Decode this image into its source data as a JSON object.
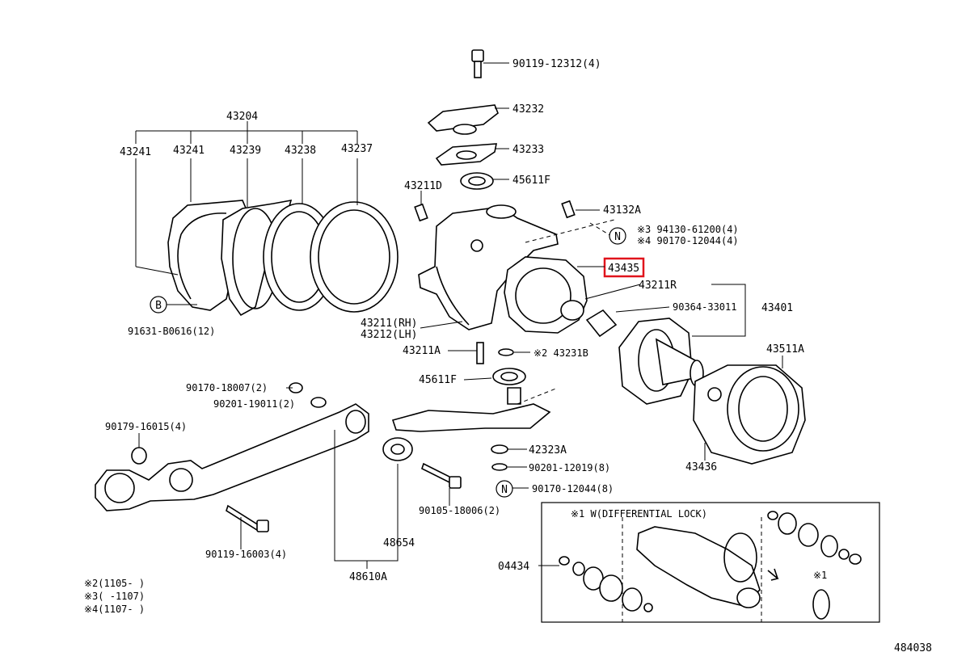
{
  "diagram_id": "484038",
  "highlighted_part": "43435",
  "labels": {
    "p90119_12312": "90119-12312(4)",
    "p43232": "43232",
    "p43233": "43233",
    "p45611F_top": "45611F",
    "p43211D": "43211D",
    "p43132A": "43132A",
    "p94130": "※3 94130-61200(4)",
    "p90170_a": "※4 90170-12044(4)",
    "p43435": "43435",
    "p43211R": "43211R",
    "p90364": "90364-33011",
    "p43401": "43401",
    "p43204": "43204",
    "p43241a": "43241",
    "p43241b": "43241",
    "p43239": "43239",
    "p43238": "43238",
    "p43237": "43237",
    "p91631": "91631-B0616(12)",
    "p43211rh": "43211(RH)",
    "p43212lh": "43212(LH)",
    "p43211A": "43211A",
    "p43231B": "※2 43231B",
    "p43511A": "43511A",
    "p45611F_bot": "45611F",
    "p90170_18007": "90170-18007(2)",
    "p90201_19011": "90201-19011(2)",
    "p90179": "90179-16015(4)",
    "p42323A": "42323A",
    "p90201_12019": "90201-12019(8)",
    "p90170_12044_8": "90170-12044(8)",
    "p43436": "43436",
    "p90105": "90105-18006(2)",
    "p90119_16003": "90119-16003(4)",
    "p48654": "48654",
    "p48610A": "48610A",
    "p04434": "04434",
    "inset_title": "※1 W(DIFFERENTIAL LOCK)",
    "inset_mark": "※1",
    "note1": "※2(1105-     )",
    "note2": "※3(     -1107)",
    "note3": "※4(1107-     )",
    "marker_B": "B",
    "marker_N1": "N",
    "marker_N2": "N"
  }
}
